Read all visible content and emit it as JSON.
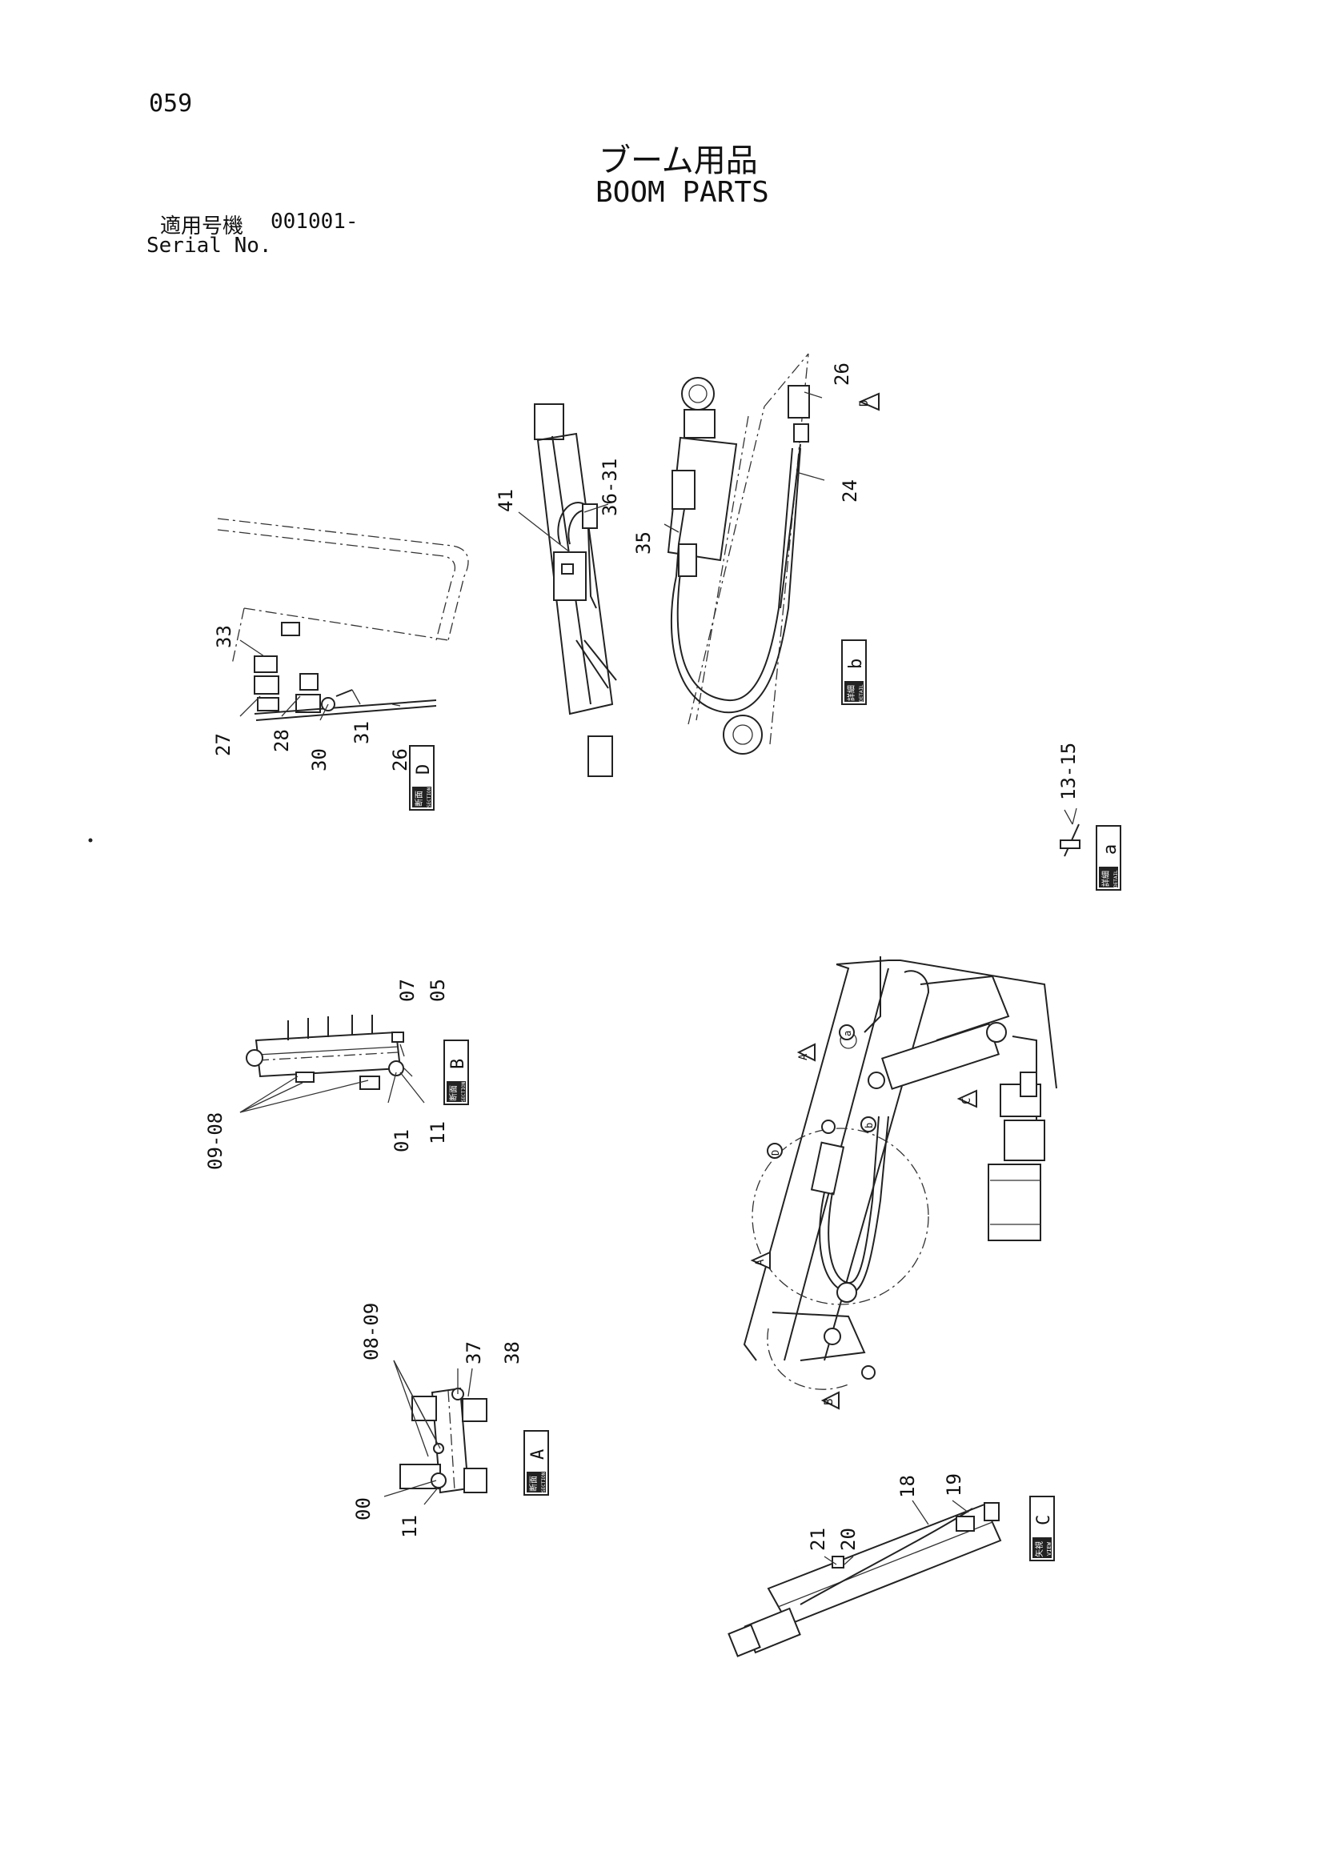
{
  "page_number": "059",
  "title_ja": "ブーム用品",
  "title_en": "BOOM PARTS",
  "serial": {
    "label_ja": "適用号機",
    "value": "001001-",
    "label_en": "Serial No."
  },
  "views": {
    "detail_b": {
      "ja": "詳細",
      "en": "DETAIL",
      "letter": "b"
    },
    "section_d": {
      "ja": "断面",
      "en": "SECTION",
      "letter": "D"
    },
    "detail_a": {
      "ja": "詳細",
      "en": "DETAIL",
      "letter": "a"
    },
    "section_b": {
      "ja": "断面",
      "en": "SECTION",
      "letter": "B"
    },
    "section_a": {
      "ja": "断面",
      "en": "SECTION",
      "letter": "A"
    },
    "view_c": {
      "ja": "矢視",
      "en": "VIEW",
      "letter": "C"
    }
  },
  "callouts": {
    "c26_top": "26",
    "c24": "24",
    "c41": "41",
    "c36_31": "36-31",
    "c35": "35",
    "c33": "33",
    "c27": "27",
    "c28": "28",
    "c30": "30",
    "c31": "31",
    "c26_d": "26",
    "c13_15": "13-15",
    "c07": "07",
    "c05": "05",
    "c09_08": "09-08",
    "c01": "01",
    "c11_b": "11",
    "c08_09": "08-09",
    "c37": "37",
    "c38": "38",
    "c00": "00",
    "c11_a": "11",
    "c21": "21",
    "c20": "20",
    "c18": "18",
    "c19": "19"
  },
  "view_markers": {
    "d_top": "D",
    "a_main": "A",
    "a_low": "A",
    "b_main": "B",
    "c_main": "C",
    "d_circle": "D",
    "a_circle": "a",
    "b_circle": "b"
  }
}
